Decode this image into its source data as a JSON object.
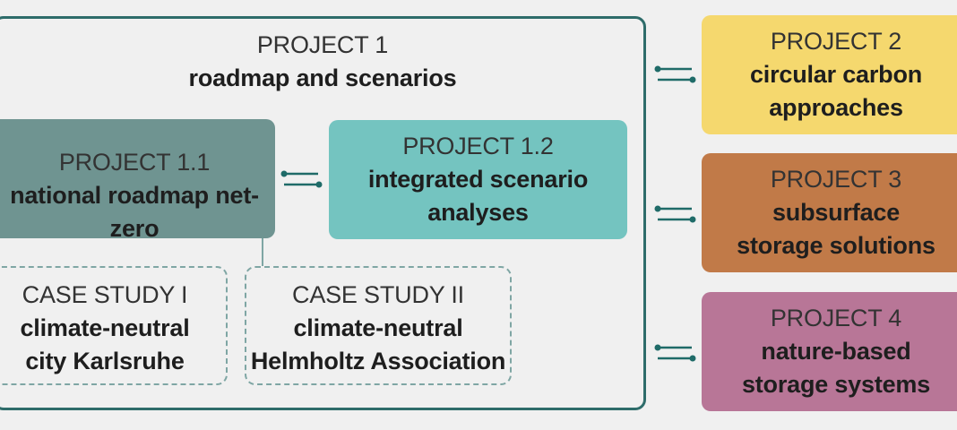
{
  "project1": {
    "title": "PROJECT 1",
    "subtitle": "roadmap and scenarios"
  },
  "project1_1": {
    "title": "PROJECT 1.1",
    "subtitle": "national roadmap net-zero"
  },
  "project1_2": {
    "title": "PROJECT 1.2",
    "subtitle_line1": "integrated scenario",
    "subtitle_line2": "analyses"
  },
  "case_study_1": {
    "title": "CASE STUDY I",
    "line1": "climate-neutral",
    "line2": "city Karlsruhe"
  },
  "case_study_2": {
    "title": "CASE STUDY II",
    "line1": "climate-neutral",
    "line2": "Helmholtz Association"
  },
  "project2": {
    "title": "PROJECT 2",
    "line1": "circular carbon",
    "line2": "approaches"
  },
  "project3": {
    "title": "PROJECT 3",
    "line1": "subsurface",
    "line2": "storage solutions"
  },
  "project4": {
    "title": "PROJECT 4",
    "line1": "nature-based",
    "line2": "storage systems"
  },
  "colors": {
    "outline": "#2e6c6a",
    "project1_1": "#6f9491",
    "project1_2": "#74c4c0",
    "project2": "#f5d86e",
    "project3": "#c17a48",
    "project4": "#b87697",
    "connector": "#1f6b68",
    "case_border": "#7fa6a4"
  }
}
